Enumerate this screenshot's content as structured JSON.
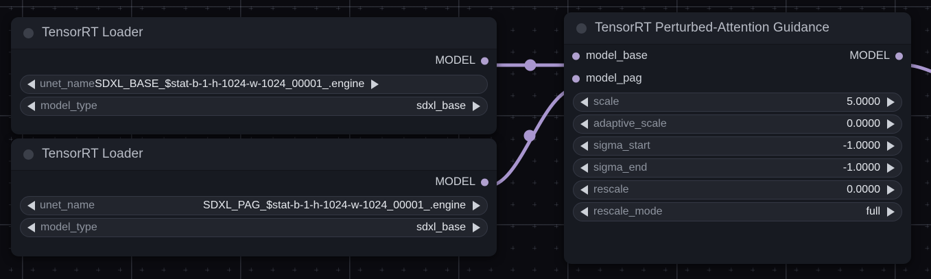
{
  "app": {
    "name": "ComfyUI node graph",
    "accent_link_color": "#a996cf",
    "slot_dot_color": "#b0a0cf",
    "canvas_background": "#0b0b10"
  },
  "nodes": [
    {
      "id": "tensorrt-loader-base",
      "title": "TensorRT Loader",
      "outputs": [
        {
          "label": "MODEL",
          "type": "MODEL"
        }
      ],
      "widgets": [
        {
          "name": "unet_name",
          "value": "SDXL_BASE_$stat-b-1-h-1024-w-1024_00001_.engine"
        },
        {
          "name": "model_type",
          "value": "sdxl_base"
        }
      ]
    },
    {
      "id": "tensorrt-loader-pag",
      "title": "TensorRT Loader",
      "outputs": [
        {
          "label": "MODEL",
          "type": "MODEL"
        }
      ],
      "widgets": [
        {
          "name": "unet_name",
          "value": "SDXL_PAG_$stat-b-1-h-1024-w-1024_00001_.engine"
        },
        {
          "name": "model_type",
          "value": "sdxl_base"
        }
      ]
    },
    {
      "id": "tensorrt-pag",
      "title": "TensorRT Perturbed-Attention Guidance",
      "inputs": [
        {
          "label": "model_base",
          "type": "MODEL"
        },
        {
          "label": "model_pag",
          "type": "MODEL"
        }
      ],
      "outputs": [
        {
          "label": "MODEL",
          "type": "MODEL"
        }
      ],
      "widgets": [
        {
          "name": "scale",
          "value": "5.0000"
        },
        {
          "name": "adaptive_scale",
          "value": "0.0000"
        },
        {
          "name": "sigma_start",
          "value": "-1.0000"
        },
        {
          "name": "sigma_end",
          "value": "-1.0000"
        },
        {
          "name": "rescale",
          "value": "0.0000"
        },
        {
          "name": "rescale_mode",
          "value": "full"
        }
      ]
    }
  ]
}
